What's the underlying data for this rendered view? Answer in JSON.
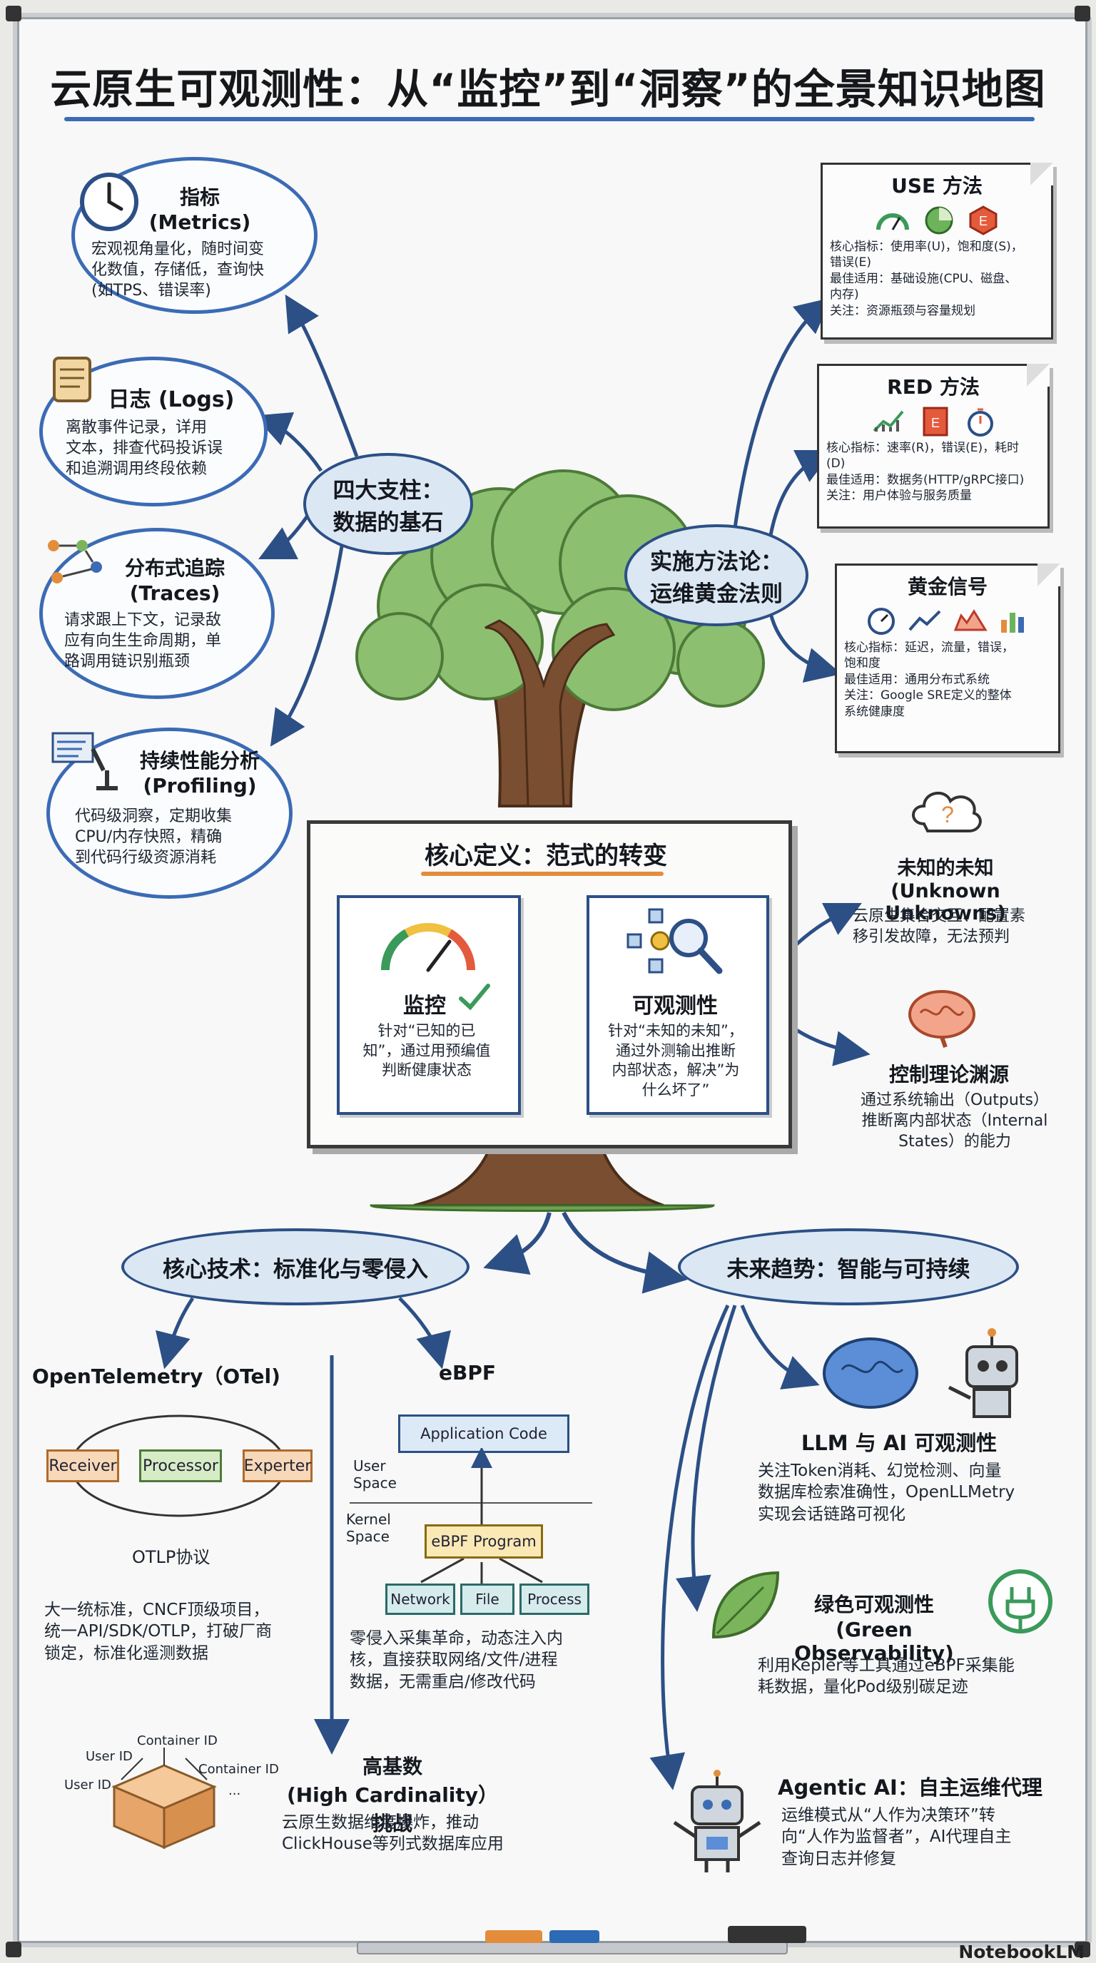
{
  "title": "云原生可观测性：从“监控”到“洞察”的全景知识地图",
  "watermark": "NotebookLM",
  "hubs": {
    "pillars": "四大支柱：\n数据的基石",
    "methods": "实施方法论：\n运维黄金法则",
    "tech": "核心技术：标准化与零侵入",
    "future": "未来趋势：智能与可持续"
  },
  "pillars": [
    {
      "icon": "clock-icon",
      "title": "指标\n(Metrics)",
      "text": "宏观视角量化，随时间变\n化数值，存储低，查询快\n(如TPS、错误率)"
    },
    {
      "icon": "scroll-icon",
      "title": "日志 (Logs)",
      "text": "离散事件记录，详用\n文本，排查代码投诉误\n和追溯调用终段依赖"
    },
    {
      "icon": "trace-graph-icon",
      "title": "分布式追踪\n(Traces)",
      "text": "请求跟上下文，记录敌\n应有向生生命周期，单\n路调用链识别瓶颈"
    },
    {
      "icon": "microscope-icon",
      "title": "持续性能分析\n(Profiling)",
      "text": "代码级洞察，定期收集\nCPU/内存快照，精确\n到代码行级资源消耗"
    }
  ],
  "methods": [
    {
      "title": "USE 方法",
      "icons": [
        "gauge-icon",
        "pie-icon",
        "error-hexagon-icon"
      ],
      "lines": [
        "核心指标：使用率(U)，饱和度(S)，",
        "错误(E)",
        "最佳适用：基础设施(CPU、磁盘、",
        "内存)",
        "关注：资源瓶颈与容量规划"
      ]
    },
    {
      "title": "RED 方法",
      "icons": [
        "rate-chart-icon",
        "error-doc-icon",
        "stopwatch-icon"
      ],
      "lines": [
        "核心指标：速率(R)，错误(E)，耗时",
        "(D)",
        "最佳适用：数据务(HTTP/gRPC接口)",
        "关注：用户体验与服务质量"
      ]
    },
    {
      "title": "黄金信号",
      "icons": [
        "latency-gauge-icon",
        "traffic-chart-icon",
        "errors-chart-icon",
        "saturation-bars-icon"
      ],
      "lines": [
        "核心指标：延迟，流量，错误，",
        "饱和度",
        "最佳适用：通用分布式系统",
        "关注：Google SRE定义的整体",
        "系统健康度"
      ]
    }
  ],
  "core": {
    "heading": "核心定义：范式的转变",
    "monitor_title": "监控",
    "monitor_text": "针对“已知的已\n知”，通过用预编值\n判断健康状态",
    "observe_title": "可观测性",
    "observe_text": "针对“未知的未知”，\n通过外测输出推断\n内部状态，解决”为\n什么坏了”"
  },
  "right_notes": [
    {
      "icon": "question-cloud-icon",
      "title": "未知的未知\n(Unknown Unknowns)",
      "text": "云原生集合交互、配置素\n移引发故障，无法预判"
    },
    {
      "icon": "brain-icon",
      "title": "控制理论渊源",
      "text": "通过系统输出（Outputs）\n推断离内部状态（Internal\nStates）的能力"
    }
  ],
  "tech": {
    "otel_title": "OpenTelemetry（OTel)",
    "otel_boxes": [
      "Receiver",
      "Processor",
      "Experter"
    ],
    "otel_protocol": "OTLP协议",
    "otel_text": "大一统标准，CNCF顶级项目，\n统一API/SDK/OTLP，打破厂商\n锁定，标准化遥测数据",
    "ebpf_title": "eBPF",
    "ebpf_app": "Application Code",
    "ebpf_user": "User\nSpace",
    "ebpf_kernel": "Kernel\nSpace",
    "ebpf_program": "eBPF Program",
    "ebpf_sources": [
      "Network",
      "File",
      "Process"
    ],
    "ebpf_text": "零侵入采集革命，动态注入内\n核，直接获取网络/文件/进程\n数据，无需重启/修改代码",
    "card_title": "高基数\n(High Cardinality）挑战",
    "card_text": "云原生数据维度爆炸，推动\nClickHouse等列式数据库应用",
    "box_labels": [
      "User ID",
      "Container ID",
      "User ID",
      "Container ID",
      "..."
    ]
  },
  "future": [
    {
      "icon": "ai-brain-robot-icon",
      "title": "LLM 与 AI 可观测性",
      "text": "关注Token消耗、幻觉检测、向量\n数据库检索准确性，OpenLLMetry\n实现会话链路可视化"
    },
    {
      "icon": "leaf-plug-icon",
      "title": "绿色可观测性\n(Green Observability)",
      "text": "利用Kepler等工具通过eBPF采集能\n耗数据，量化Pod级别碳足迹"
    },
    {
      "icon": "robot-icon",
      "title": "Agentic AI：自主运维代理",
      "text": "运维模式从“人作为决策环”转\n向“人作为监督者”，AI代理自主\n查询日志并修复"
    }
  ],
  "colors": {
    "accent": "#3b6bb5",
    "oval_fill": "#dbe7f3",
    "tree_green": "#7fb86a",
    "trunk": "#7a4e30"
  }
}
